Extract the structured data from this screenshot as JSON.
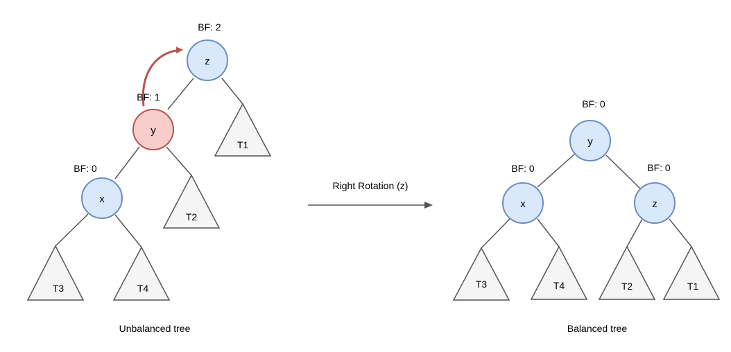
{
  "colors": {
    "node_fill": "#dae8fc",
    "node_stroke": "#6c8ebf",
    "highlight_fill": "#f8cecc",
    "highlight_stroke": "#b85450",
    "subtree_fill": "#f5f5f5",
    "line": "#555555",
    "rotation_arrow": "#b85450"
  },
  "unbalanced": {
    "caption": "Unbalanced tree",
    "z": {
      "label": "z",
      "bf": "BF: 2"
    },
    "y": {
      "label": "y",
      "bf": "BF: 1"
    },
    "x": {
      "label": "x",
      "bf": "BF: 0"
    },
    "subtrees": {
      "t1": "T1",
      "t2": "T2",
      "t3": "T3",
      "t4": "T4"
    }
  },
  "operation": {
    "label": "Right Rotation (z)"
  },
  "balanced": {
    "caption": "Balanced tree",
    "y": {
      "label": "y",
      "bf": "BF: 0"
    },
    "x": {
      "label": "x",
      "bf": "BF: 0"
    },
    "z": {
      "label": "z",
      "bf": "BF: 0"
    },
    "subtrees": {
      "t3": "T3",
      "t4": "T4",
      "t2": "T2",
      "t1": "T1"
    }
  }
}
